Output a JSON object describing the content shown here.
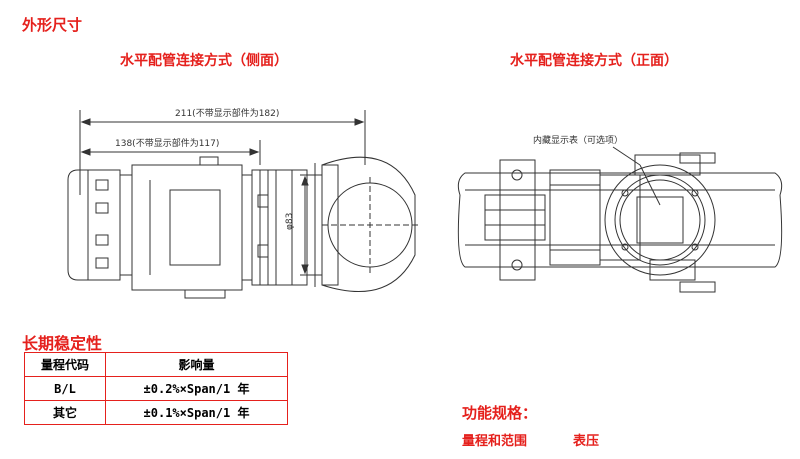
{
  "headings": {
    "dimensions": "外形尺寸",
    "side_view": "水平配管连接方式（侧面）",
    "front_view": "水平配管连接方式（正面）",
    "stability": "长期稳定性",
    "function": "功能规格："
  },
  "side_drawing": {
    "dim_overall": "211(不带显示部件为182)",
    "dim_body": "138(不带显示部件为117)",
    "dim_diameter": "φ83"
  },
  "front_drawing": {
    "callout": "内藏显示表（可选项）"
  },
  "stability_table": {
    "headers": [
      "量程代码",
      "影响量"
    ],
    "rows": [
      [
        "B/L",
        "±0.2%×Span/1 年"
      ],
      [
        "其它",
        "±0.1%×Span/1 年"
      ]
    ]
  },
  "function_spec": {
    "label": "量程和范围",
    "value": "表压"
  },
  "colors": {
    "heading_red": "#e5211d",
    "line": "#333333"
  }
}
